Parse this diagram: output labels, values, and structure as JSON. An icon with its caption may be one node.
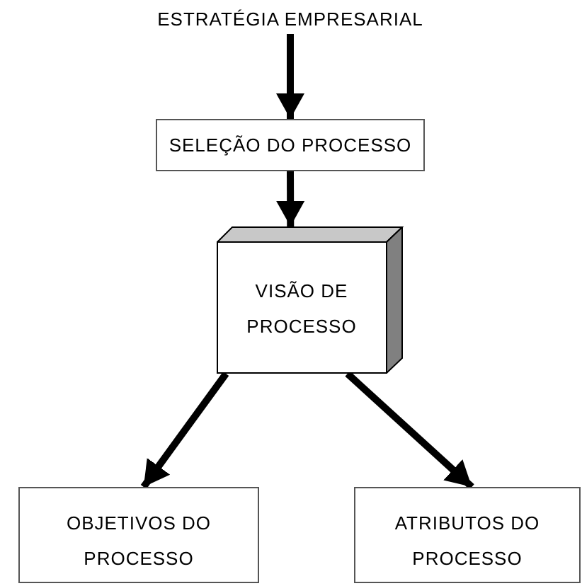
{
  "diagram": {
    "nodes": [
      {
        "text": [
          "ESTRATÉGIA EMPRESARIAL"
        ]
      },
      {
        "text": [
          "SELEÇÃO DO PROCESSO"
        ]
      },
      {
        "text": [
          "VISÃO DE PROCESSO"
        ]
      },
      {
        "text": [
          "OBJETIVOS DO PROCESSO"
        ]
      },
      {
        "text": [
          "ATRIBUTOS DO PROCESSO"
        ]
      }
    ],
    "edges": [
      {
        "from": 0,
        "to": 1,
        "arrow": "to"
      },
      {
        "from": 1,
        "to": 2,
        "arrow": "to"
      },
      {
        "from": 2,
        "to": 3,
        "arrow": "to"
      },
      {
        "from": 2,
        "to": 4,
        "arrow": "to"
      }
    ]
  }
}
